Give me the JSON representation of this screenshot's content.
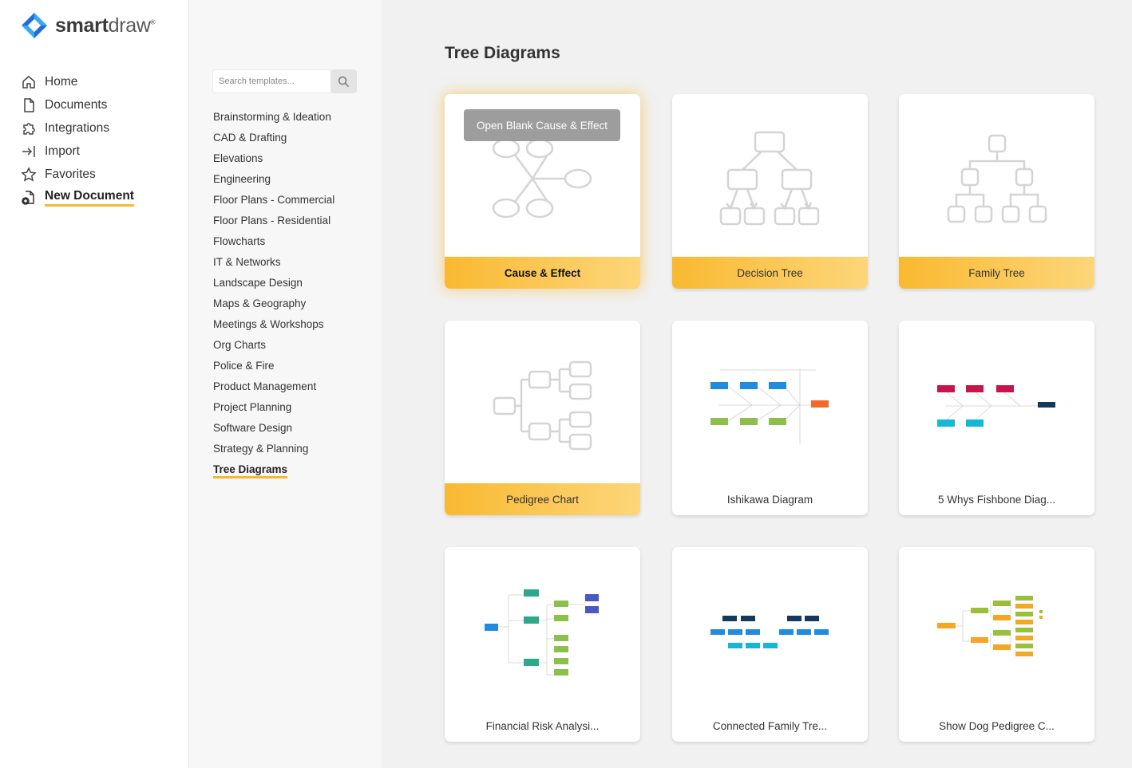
{
  "brand": {
    "name_bold": "smart",
    "name_light": "draw",
    "mark": "®"
  },
  "nav": {
    "items": [
      {
        "label": "Home",
        "icon": "home-icon"
      },
      {
        "label": "Documents",
        "icon": "document-icon"
      },
      {
        "label": "Integrations",
        "icon": "puzzle-icon"
      },
      {
        "label": "Import",
        "icon": "import-icon"
      },
      {
        "label": "Favorites",
        "icon": "star-icon"
      },
      {
        "label": "New Document",
        "icon": "new-document-icon",
        "active": true
      }
    ]
  },
  "search": {
    "placeholder": "Search templates..."
  },
  "categories": [
    "Brainstorming & Ideation",
    "CAD & Drafting",
    "Elevations",
    "Engineering",
    "Floor Plans - Commercial",
    "Floor Plans - Residential",
    "Flowcharts",
    "IT & Networks",
    "Landscape Design",
    "Maps & Geography",
    "Meetings & Workshops",
    "Org Charts",
    "Police & Fire",
    "Product Management",
    "Project Planning",
    "Software Design",
    "Strategy & Planning",
    "Tree Diagrams"
  ],
  "active_category": "Tree Diagrams",
  "page": {
    "title": "Tree Diagrams"
  },
  "hover_button": "Open Blank Cause & Effect",
  "cards": [
    {
      "label": "Cause & Effect",
      "kind": "blank"
    },
    {
      "label": "Decision Tree",
      "kind": "blank"
    },
    {
      "label": "Family Tree",
      "kind": "blank"
    },
    {
      "label": "Pedigree Chart",
      "kind": "blank"
    },
    {
      "label": "Ishikawa Diagram",
      "kind": "template"
    },
    {
      "label": "5 Whys Fishbone Diag...",
      "kind": "template"
    },
    {
      "label": "Financial Risk Analysi...",
      "kind": "template"
    },
    {
      "label": "Connected Family Tre...",
      "kind": "template"
    },
    {
      "label": "Show Dog Pedigree C...",
      "kind": "template"
    }
  ],
  "colors": {
    "accent": "#f7b731",
    "logo_blue": "#1f6fd6",
    "logo_light_blue": "#38a8f0"
  }
}
